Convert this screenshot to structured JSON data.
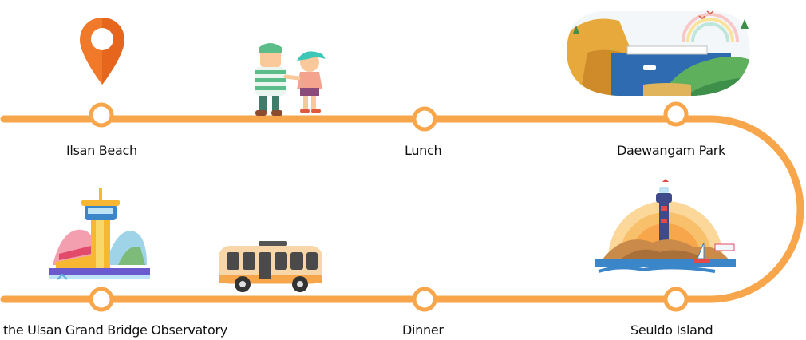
{
  "colors": {
    "route_line": "#F7A64B",
    "stop_fill": "#FFFFFF",
    "stop_stroke": "#F7A64B",
    "pin": "#F07A2A",
    "label_text": "#111111"
  },
  "top_row": {
    "stops": [
      {
        "label": "Ilsan Beach",
        "icon": "location-pin-icon"
      },
      {
        "label": "Lunch",
        "icon": "walking-couple-illustration"
      },
      {
        "label": "Daewangam Park",
        "icon": "coastal-park-illustration"
      }
    ]
  },
  "bottom_row": {
    "stops": [
      {
        "label": "the Ulsan Grand Bridge Observatory",
        "icon": "observatory-tower-illustration"
      },
      {
        "label": "Dinner",
        "icon": "bus-illustration"
      },
      {
        "label": "Seuldo Island",
        "icon": "lighthouse-island-illustration"
      }
    ]
  }
}
